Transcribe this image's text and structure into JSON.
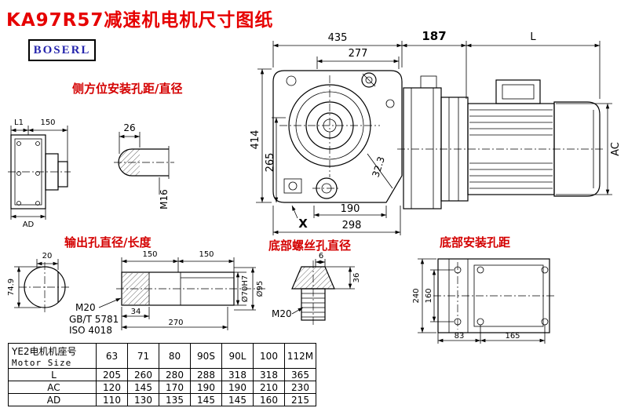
{
  "page": {
    "title": "KA97R57减速机电机尺寸图纸",
    "brand": "BOSERL"
  },
  "annotations": {
    "side_mount": "侧方位安装孔距/直径",
    "output_hole": "输出孔直径/长度",
    "bottom_screw": "底部螺丝孔直径",
    "bottom_mount": "底部安装孔距"
  },
  "dimensions": {
    "overall_width": "435",
    "inner_width": "277",
    "motor_fixed": "187",
    "motor_var": "L",
    "height": "414",
    "center_height": "265",
    "angle": "32.3",
    "base_span": "190",
    "base_width": "298",
    "x_mark": "X",
    "motor_dia": "AC",
    "rear_l1": "L1",
    "rear_150": "150",
    "rear_ad": "AD",
    "hole_dia": "26",
    "hole_thread": "M16",
    "key_20": "20",
    "shaft_749": "74.9",
    "shaft_150a": "150",
    "shaft_150b": "150",
    "shaft_m20": "M20",
    "std_gb": "GB/T 5781",
    "std_iso": "ISO 4018",
    "bore_34": "34",
    "shaft_270": "270",
    "bore_dia": "Ø70H7",
    "boss_dia": "Ø95",
    "screw_6": "6",
    "screw_36": "36",
    "screw_m20": "M20",
    "foot_240": "240",
    "foot_160": "160",
    "foot_83": "83",
    "foot_165": "165"
  },
  "table": {
    "header_cn": "YE2电机机座号",
    "header_en": "Motor Size",
    "columns": [
      "63",
      "71",
      "80",
      "90S",
      "90L",
      "100",
      "112M"
    ],
    "rows": [
      {
        "label": "L",
        "values": [
          "205",
          "260",
          "280",
          "288",
          "318",
          "318",
          "365"
        ]
      },
      {
        "label": "AC",
        "values": [
          "120",
          "145",
          "170",
          "190",
          "190",
          "210",
          "230"
        ]
      },
      {
        "label": "AD",
        "values": [
          "110",
          "130",
          "135",
          "145",
          "145",
          "160",
          "215"
        ]
      }
    ]
  }
}
